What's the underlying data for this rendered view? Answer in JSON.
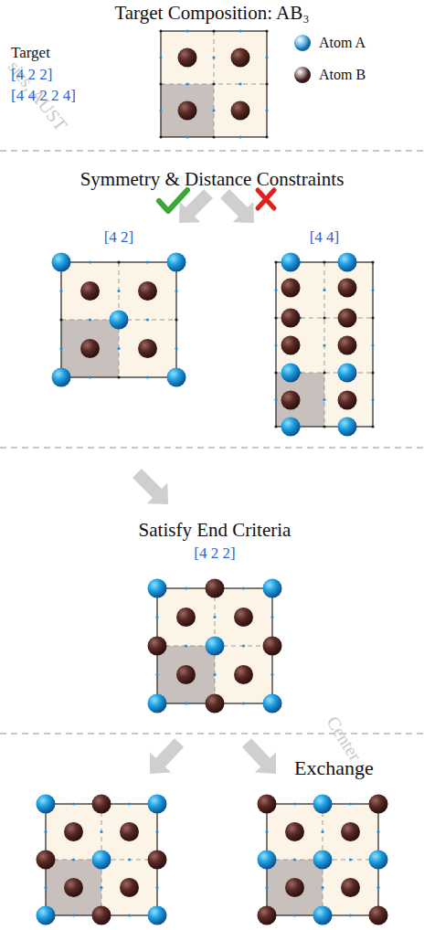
{
  "diagram": {
    "title": "Target Composition: AB₃",
    "labels": [
      "sics, AUST",
      "Target",
      "[4 2 2]",
      "[4 4 2 2 4]",
      "Symmetry & Distance Constraints",
      "[4 2]",
      "[4 4]",
      "Satisfy End Criteria",
      "[4 2 2]",
      "Exchange",
      "Center"
    ],
    "legend": [
      {
        "text": "Atom A",
        "color": "#1e8fd8"
      },
      {
        "text": "Atom B",
        "color": "#4a2222"
      }
    ]
  }
}
